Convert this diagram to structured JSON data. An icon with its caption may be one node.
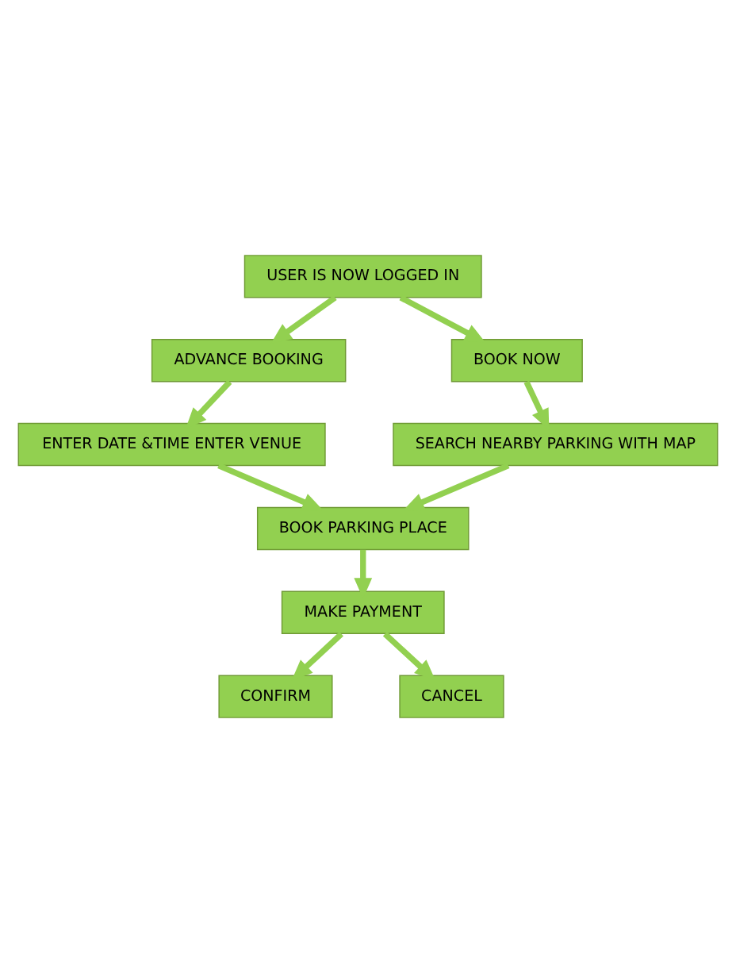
{
  "diagram": {
    "nodes": [
      {
        "text": [
          "USER IS NOW LOGGED IN"
        ]
      },
      {
        "text": [
          "ADVANCE BOOKING"
        ]
      },
      {
        "text": [
          "BOOK NOW"
        ]
      },
      {
        "text": [
          "ENTER DATE &TIME ENTER VENUE"
        ]
      },
      {
        "text": [
          "SEARCH NEARBY PARKING WITH MAP"
        ]
      },
      {
        "text": [
          "BOOK PARKING PLACE"
        ]
      },
      {
        "text": [
          "MAKE PAYMENT"
        ]
      },
      {
        "text": [
          "CONFIRM"
        ]
      },
      {
        "text": [
          "CANCEL"
        ]
      }
    ],
    "edges": [
      {
        "from": 0,
        "to": 1,
        "arrow": "to"
      },
      {
        "from": 0,
        "to": 2,
        "arrow": "to"
      },
      {
        "from": 1,
        "to": 3,
        "arrow": "to"
      },
      {
        "from": 2,
        "to": 4,
        "arrow": "to"
      },
      {
        "from": 3,
        "to": 5,
        "arrow": "to"
      },
      {
        "from": 4,
        "to": 5,
        "arrow": "to"
      },
      {
        "from": 5,
        "to": 6,
        "arrow": "to"
      },
      {
        "from": 6,
        "to": 7,
        "arrow": "to"
      },
      {
        "from": 6,
        "to": 8,
        "arrow": "to"
      }
    ]
  }
}
